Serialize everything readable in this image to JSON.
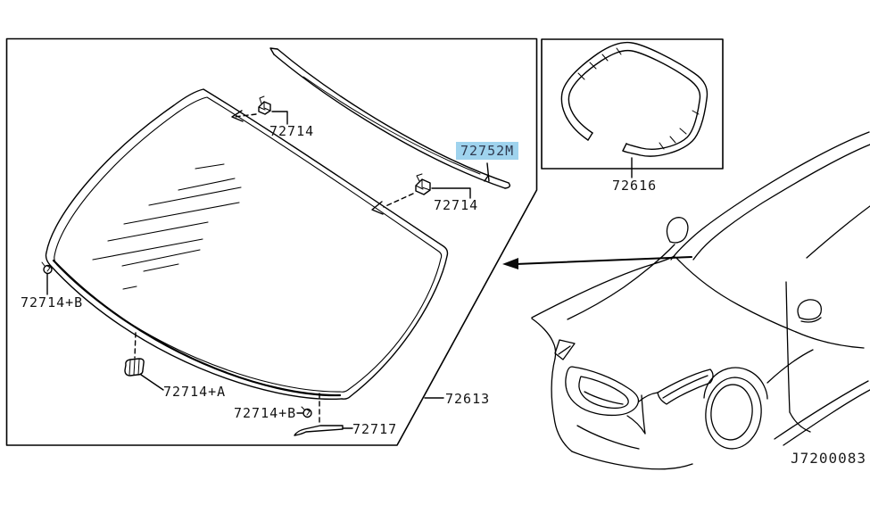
{
  "figure_code": "J7200083",
  "highlight": {
    "color": "#9FD3EE",
    "text_color": "#2F3A50"
  },
  "line_color": "#000000",
  "part_labels": {
    "top_clip": "72714",
    "right_clip": "72714",
    "top_molding_highlighted": "72752M",
    "inset_molding": "72616",
    "left_clip_b": "72714+B",
    "lower_clip_a": "72714+A",
    "bottom_clip_b": "72714+B",
    "spacer": "72717",
    "windshield_glass": "72613"
  }
}
